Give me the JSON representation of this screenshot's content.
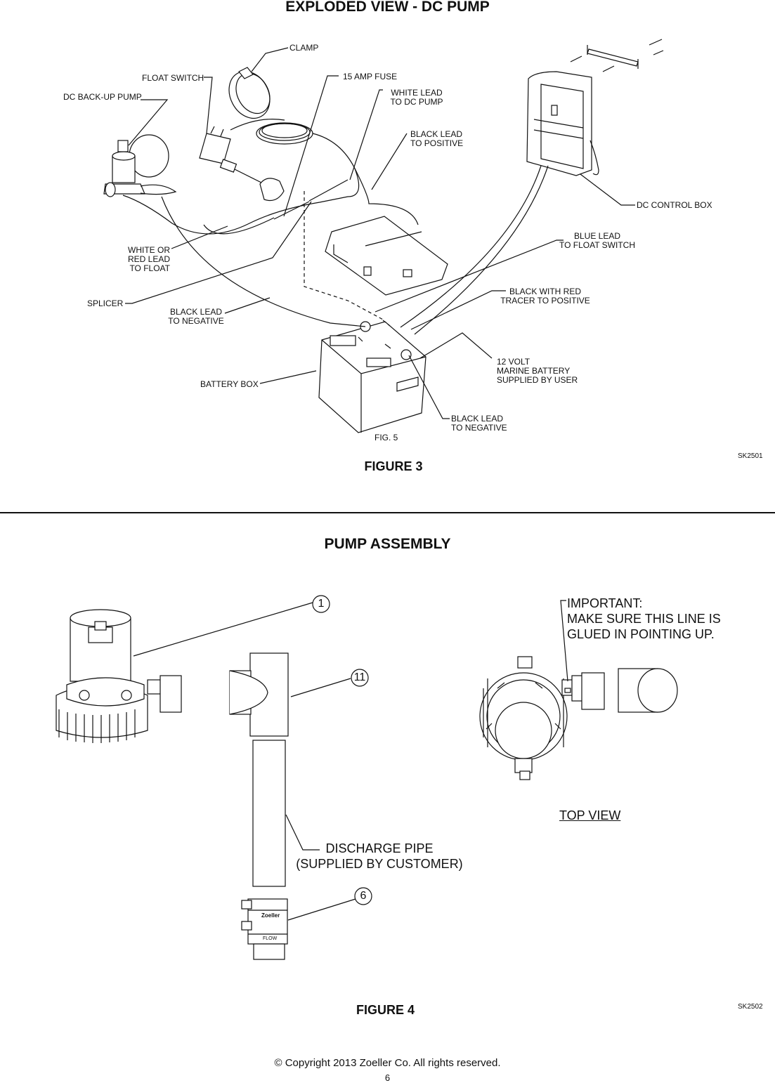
{
  "figure3": {
    "heading": "EXPLODED VIEW - DC PUMP",
    "caption": "FIGURE 3",
    "sketch_code": "SK2501",
    "subfig": "FIG. 5",
    "labels": {
      "clamp": "CLAMP",
      "float_switch": "FLOAT SWITCH",
      "fuse": "15 AMP FUSE",
      "white_lead_1": "WHITE LEAD",
      "white_lead_2": "TO DC PUMP",
      "dc_backup_pump": "DC BACK-UP PUMP",
      "black_pos_1": "BLACK LEAD",
      "black_pos_2": "TO POSITIVE",
      "control_box": "DC CONTROL BOX",
      "blue_lead_1": "BLUE LEAD",
      "blue_lead_2": "TO FLOAT SWITCH",
      "white_red_1": "WHITE OR",
      "white_red_2": "RED LEAD",
      "white_red_3": "TO FLOAT",
      "splicer": "SPLICER",
      "black_neg_1": "BLACK LEAD",
      "black_neg_2": "TO NEGATIVE",
      "black_red_1": "BLACK WITH RED",
      "black_red_2": "TRACER TO POSITIVE",
      "volt_1": "12 VOLT",
      "volt_2": "MARINE BATTERY",
      "volt_3": "SUPPLIED BY USER",
      "battery_box": "BATTERY BOX",
      "black_neg_b_1": "BLACK LEAD",
      "black_neg_b_2": "TO NEGATIVE"
    }
  },
  "figure4": {
    "heading": "PUMP ASSEMBLY",
    "caption": "FIGURE 4",
    "sketch_code": "SK2502",
    "callouts": [
      "1",
      "11",
      "6"
    ],
    "important_1": "IMPORTANT:",
    "important_2": "MAKE SURE THIS LINE IS",
    "important_3": "GLUED IN POINTING UP.",
    "discharge_1": "DISCHARGE PIPE",
    "discharge_2": "(SUPPLIED BY CUSTOMER)",
    "top_view": "TOP VIEW",
    "valve_brand": "Zoeller",
    "valve_flow": "FLOW"
  },
  "footer": {
    "copyright": "© Copyright 2013 Zoeller Co. All rights reserved.",
    "page_number": "6"
  }
}
